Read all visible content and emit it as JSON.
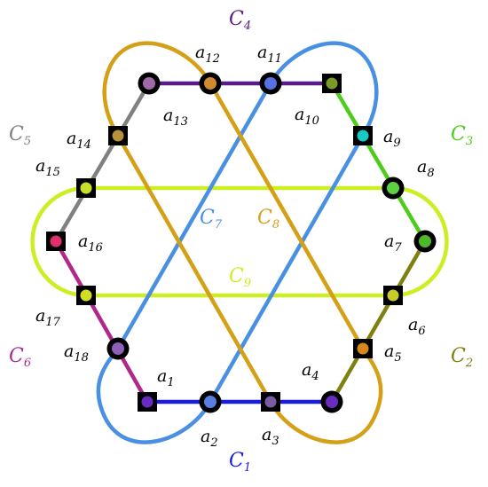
{
  "vertices": [
    {
      "name": "a1",
      "sub": "1",
      "shape": "square",
      "fill": "#6a2cc0",
      "ring": "#000000"
    },
    {
      "name": "a2",
      "sub": "2",
      "shape": "circle",
      "fill": "#5a7fe0",
      "ring": "#000000"
    },
    {
      "name": "a3",
      "sub": "3",
      "shape": "square",
      "fill": "#7a5aa0",
      "ring": "#000000"
    },
    {
      "name": "a4",
      "sub": "4",
      "shape": "circle",
      "fill": "#6a2cc0",
      "ring": "#000000"
    },
    {
      "name": "a5",
      "sub": "5",
      "shape": "square",
      "fill": "#d8871a",
      "ring": "#000000"
    },
    {
      "name": "a6",
      "sub": "6",
      "shape": "square",
      "fill": "#c6cc2a",
      "ring": "#000000"
    },
    {
      "name": "a7",
      "sub": "7",
      "shape": "circle",
      "fill": "#4fb82a",
      "ring": "#000000"
    },
    {
      "name": "a8",
      "sub": "8",
      "shape": "circle",
      "fill": "#5fd046",
      "ring": "#000000"
    },
    {
      "name": "a9",
      "sub": "9",
      "shape": "square",
      "fill": "#18c8c8",
      "ring": "#000000"
    },
    {
      "name": "a10",
      "sub": "10",
      "shape": "square",
      "fill": "#7a9a28",
      "ring": "#000000"
    },
    {
      "name": "a11",
      "sub": "11",
      "shape": "circle",
      "fill": "#5a6fe0",
      "ring": "#000000"
    },
    {
      "name": "a12",
      "sub": "12",
      "shape": "circle",
      "fill": "#d08a30",
      "ring": "#000000"
    },
    {
      "name": "a13",
      "sub": "13",
      "shape": "circle",
      "fill": "#a06aa8",
      "ring": "#000000"
    },
    {
      "name": "a14",
      "sub": "14",
      "shape": "square",
      "fill": "#b8923a",
      "ring": "#000000"
    },
    {
      "name": "a15",
      "sub": "15",
      "shape": "square",
      "fill": "#c8e028",
      "ring": "#000000"
    },
    {
      "name": "a16",
      "sub": "16",
      "shape": "square",
      "fill": "#e0306a",
      "ring": "#000000"
    },
    {
      "name": "a17",
      "sub": "17",
      "shape": "square",
      "fill": "#d0e020",
      "ring": "#000000"
    },
    {
      "name": "a18",
      "sub": "18",
      "shape": "circle",
      "fill": "#9060b8",
      "ring": "#000000"
    }
  ],
  "curves": [
    {
      "name": "C1",
      "sub": "1",
      "color": "#1a1ae6"
    },
    {
      "name": "C2",
      "sub": "2",
      "color": "#808010"
    },
    {
      "name": "C3",
      "sub": "3",
      "color": "#4ccd1a"
    },
    {
      "name": "C4",
      "sub": "4",
      "color": "#5a1a88"
    },
    {
      "name": "C5",
      "sub": "5",
      "color": "#808080"
    },
    {
      "name": "C6",
      "sub": "6",
      "color": "#b0288a"
    },
    {
      "name": "C7",
      "sub": "7",
      "color": "#4a90e2"
    },
    {
      "name": "C8",
      "sub": "8",
      "color": "#d4a017"
    },
    {
      "name": "C9",
      "sub": "9",
      "color": "#ccee22"
    }
  ],
  "curve_label_prefix": "C",
  "vertex_label_prefix": "a"
}
